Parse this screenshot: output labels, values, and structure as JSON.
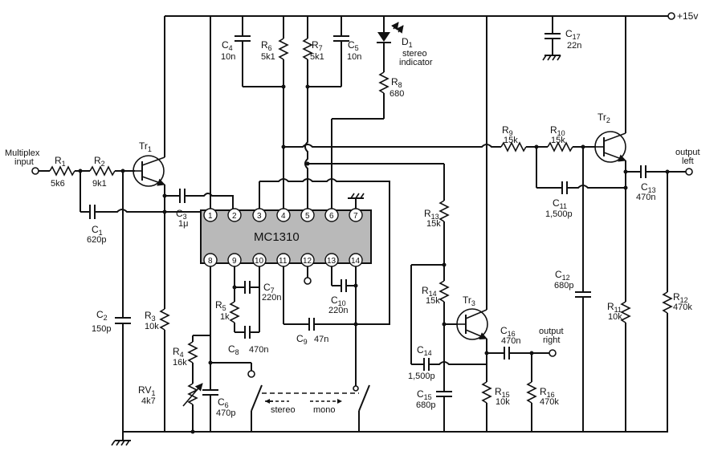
{
  "supply": {
    "label": "+15v"
  },
  "chip": {
    "name": "MC1310",
    "pins_top": [
      "1",
      "2",
      "3",
      "4",
      "5",
      "6",
      "7"
    ],
    "pins_bottom": [
      "8",
      "9",
      "10",
      "11",
      "12",
      "13",
      "14"
    ]
  },
  "components": {
    "R1": {
      "ref": "R",
      "sub": "1",
      "value": "5k6"
    },
    "R2": {
      "ref": "R",
      "sub": "2",
      "value": "9k1"
    },
    "R3": {
      "ref": "R",
      "sub": "3",
      "value": "10k"
    },
    "R4": {
      "ref": "R",
      "sub": "4",
      "value": "16k"
    },
    "R5": {
      "ref": "R",
      "sub": "5",
      "value": "1k"
    },
    "R6": {
      "ref": "R",
      "sub": "6",
      "value": "5k1"
    },
    "R7": {
      "ref": "R",
      "sub": "7",
      "value": "5k1"
    },
    "R8": {
      "ref": "R",
      "sub": "8",
      "value": "680"
    },
    "R9": {
      "ref": "R",
      "sub": "9",
      "value": "15k"
    },
    "R10": {
      "ref": "R",
      "sub": "10",
      "value": "15k"
    },
    "R11": {
      "ref": "R",
      "sub": "11",
      "value": "10k"
    },
    "R12": {
      "ref": "R",
      "sub": "12",
      "value": "470k"
    },
    "R13": {
      "ref": "R",
      "sub": "13",
      "value": "15k"
    },
    "R14": {
      "ref": "R",
      "sub": "14",
      "value": "15k"
    },
    "R15": {
      "ref": "R",
      "sub": "15",
      "value": "10k"
    },
    "R16": {
      "ref": "R",
      "sub": "16",
      "value": "470k"
    },
    "C1": {
      "ref": "C",
      "sub": "1",
      "value": "620p"
    },
    "C2": {
      "ref": "C",
      "sub": "2",
      "value": "150p"
    },
    "C3": {
      "ref": "C",
      "sub": "3",
      "value": "1μ"
    },
    "C4": {
      "ref": "C",
      "sub": "4",
      "value": "10n"
    },
    "C5": {
      "ref": "C",
      "sub": "5",
      "value": "10n"
    },
    "C6": {
      "ref": "C",
      "sub": "6",
      "value": "470p"
    },
    "C7": {
      "ref": "C",
      "sub": "7",
      "value": "220n"
    },
    "C8": {
      "ref": "C",
      "sub": "8",
      "value": "470n"
    },
    "C9": {
      "ref": "C",
      "sub": "9",
      "value": "47n"
    },
    "C10": {
      "ref": "C",
      "sub": "10",
      "value": "220n"
    },
    "C11": {
      "ref": "C",
      "sub": "11",
      "value": "1,500p"
    },
    "C12": {
      "ref": "C",
      "sub": "12",
      "value": "680p"
    },
    "C13": {
      "ref": "C",
      "sub": "13",
      "value": "470n"
    },
    "C14": {
      "ref": "C",
      "sub": "14",
      "value": "1,500p"
    },
    "C15": {
      "ref": "C",
      "sub": "15",
      "value": "680p"
    },
    "C16": {
      "ref": "C",
      "sub": "16",
      "value": "470n"
    },
    "C17": {
      "ref": "C",
      "sub": "17",
      "value": "22n"
    },
    "RV1": {
      "ref": "RV",
      "sub": "1",
      "value": "4k7"
    },
    "D1": {
      "ref": "D",
      "sub": "1",
      "line1": "stereo",
      "line2": "indicator"
    },
    "Tr1": {
      "ref": "Tr",
      "sub": "1"
    },
    "Tr2": {
      "ref": "Tr",
      "sub": "2"
    },
    "Tr3": {
      "ref": "Tr",
      "sub": "3"
    }
  },
  "terminals": {
    "input_line1": "Multiplex",
    "input_line2": "input",
    "left_line1": "output",
    "left_line2": "left",
    "right_line1": "output",
    "right_line2": "right"
  },
  "switch": {
    "stereo": "stereo",
    "mono": "mono"
  }
}
